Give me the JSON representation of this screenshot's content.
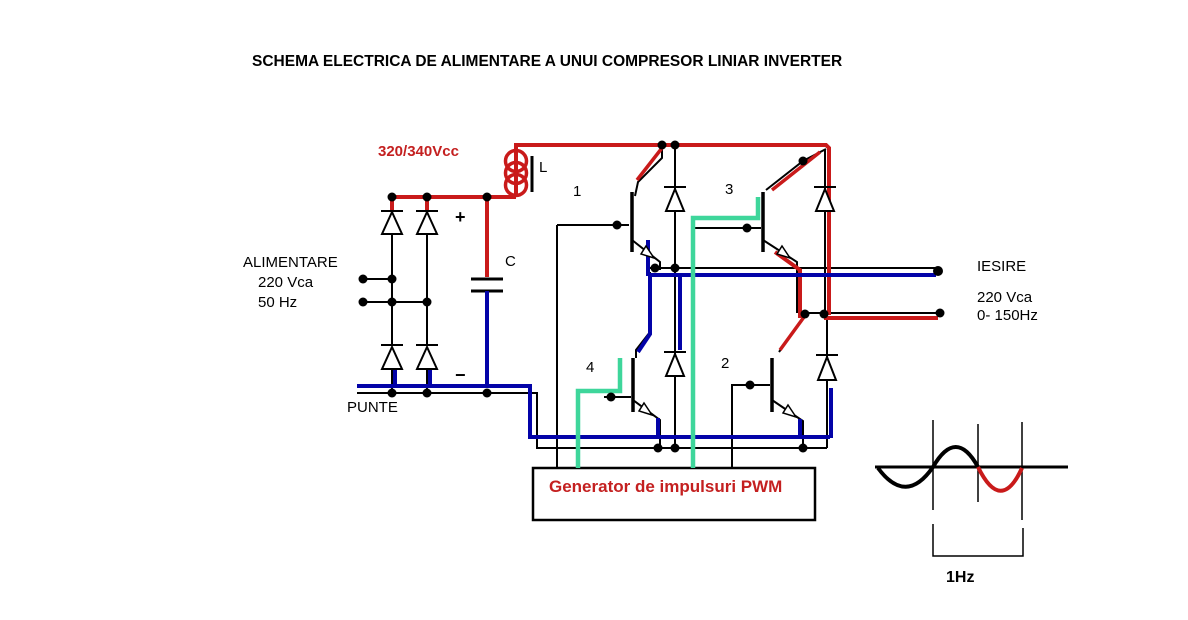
{
  "title": "SCHEMA ELECTRICA DE ALIMENTARE A UNUI COMPRESOR LINIAR INVERTER",
  "supply": {
    "name": "ALIMENTARE",
    "voltage": "220 Vca",
    "frequency": "50 Hz"
  },
  "bridge": {
    "label": "PUNTE"
  },
  "dc_bus": {
    "label": "320/340Vcc",
    "plus": "+",
    "minus": "−"
  },
  "inductor": {
    "label": "L"
  },
  "capacitor": {
    "label": "C"
  },
  "transistors": {
    "q1": "1",
    "q2": "2",
    "q3": "3",
    "q4": "4"
  },
  "pwm": {
    "label": "Generator de impulsuri PWM"
  },
  "output": {
    "name": "IESIRE",
    "voltage": "220 Vca",
    "frequency": "0- 150Hz"
  },
  "waveform": {
    "period_label": "1Hz"
  },
  "colors": {
    "positive_wire": "#c91a1a",
    "negative_wire": "#0303a8",
    "gate_wire": "#3ed69b",
    "line": "#000000",
    "red_text": "#c42020",
    "background": "#ffffff"
  }
}
